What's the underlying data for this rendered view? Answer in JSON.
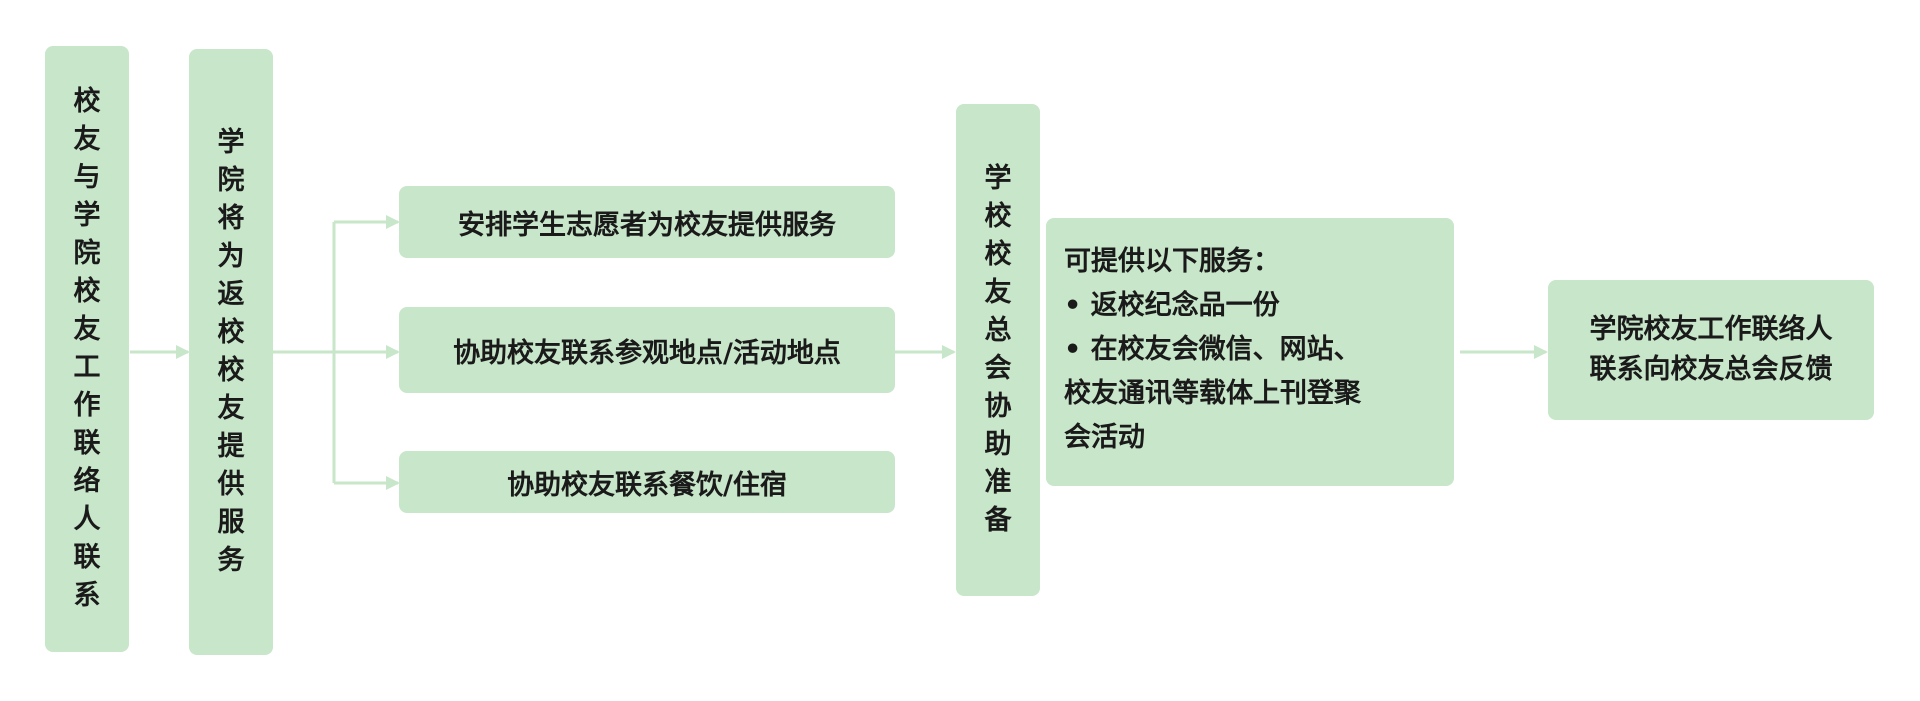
{
  "colors": {
    "box_fill": "#c8e6c9",
    "arrow": "#c8e6c9",
    "text": "#1a1a1a"
  },
  "nodes": {
    "contact": "校友与学院校友工作联络人联系",
    "college": "学院将为返校校友提供服务",
    "task1": "安排学生志愿者为校友提供服务",
    "task2": "协助校友联系参观地点/活动地点",
    "task3": "协助校友联系餐饮/住宿",
    "school": "学校校友总会协助准备",
    "services": {
      "heading": "可提供以下服务：",
      "item1": "• 返校纪念品一份",
      "item2_line1": "• 在校友会微信、网站、",
      "item2_line2": "校友通讯等载体上刊登聚",
      "item2_line3": "会活动"
    },
    "feedback": {
      "line1": "学院校友工作联络人",
      "line2": "联系向校友总会反馈"
    }
  }
}
